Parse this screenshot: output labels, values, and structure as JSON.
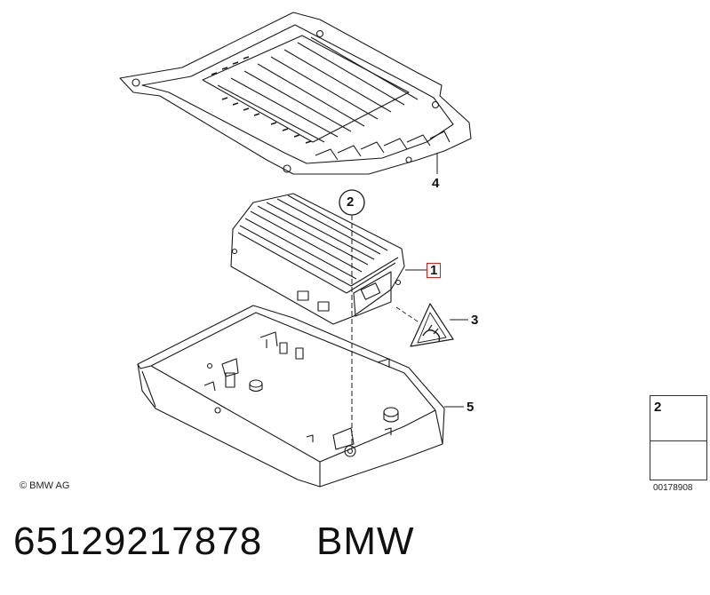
{
  "callouts": {
    "c1": "1",
    "c2": "2",
    "c3": "3",
    "c4": "4",
    "c5": "5"
  },
  "inset": {
    "number": "2",
    "diagram_code": "00178908"
  },
  "copyright": "© BMW AG",
  "footer": {
    "part_number": "65129217878",
    "brand": "BMW"
  },
  "colors": {
    "line": "#1a1a1a",
    "highlight_box": "#e01b1b",
    "background": "#ffffff"
  }
}
